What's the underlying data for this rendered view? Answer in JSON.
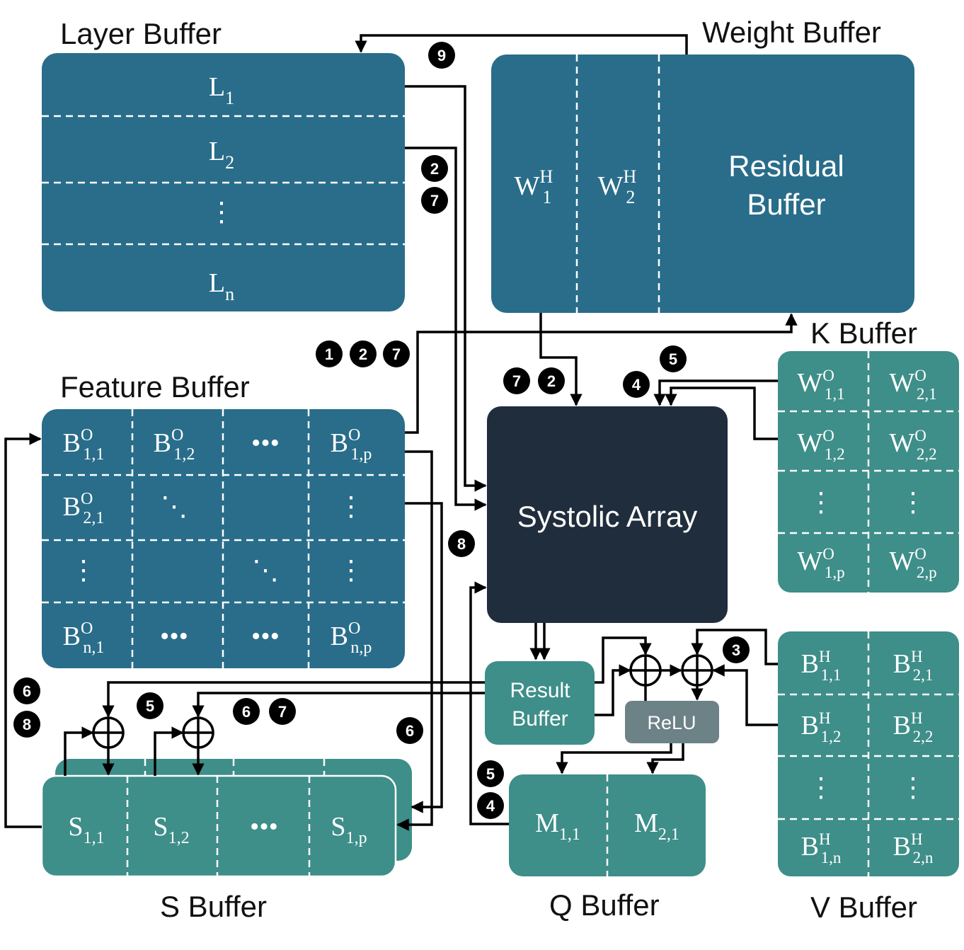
{
  "labels": {
    "layer_buffer": "Layer Buffer",
    "weight_buffer": "Weight Buffer",
    "residual_buffer_l1": "Residual",
    "residual_buffer_l2": "Buffer",
    "k_buffer": "K Buffer",
    "feature_buffer": "Feature Buffer",
    "systolic_array": "Systolic Array",
    "result_buffer_l1": "Result",
    "result_buffer_l2": "Buffer",
    "relu": "ReLU",
    "s_buffer": "S Buffer",
    "q_buffer": "Q Buffer",
    "v_buffer": "V Buffer"
  },
  "layer_rows": [
    {
      "base": "L",
      "sub": "1"
    },
    {
      "base": "L",
      "sub": "2"
    },
    {
      "base": "⋮",
      "sub": ""
    },
    {
      "base": "L",
      "sub": "n"
    }
  ],
  "weight_cells": [
    {
      "base": "W",
      "sup": "H",
      "sub": "1"
    },
    {
      "base": "W",
      "sup": "H",
      "sub": "2"
    }
  ],
  "feature_cells": [
    {
      "base": "B",
      "sup": "O",
      "sub": "1,1"
    },
    {
      "base": "B",
      "sup": "O",
      "sub": "1,2"
    },
    {
      "base": "•••",
      "sup": "",
      "sub": ""
    },
    {
      "base": "B",
      "sup": "O",
      "sub": "1,p"
    },
    {
      "base": "B",
      "sup": "O",
      "sub": "2,1"
    },
    {
      "base": "⋱",
      "sup": "",
      "sub": ""
    },
    {
      "base": "",
      "sup": "",
      "sub": ""
    },
    {
      "base": "⋮",
      "sup": "",
      "sub": ""
    },
    {
      "base": "⋮",
      "sup": "",
      "sub": ""
    },
    {
      "base": "",
      "sup": "",
      "sub": ""
    },
    {
      "base": "⋱",
      "sup": "",
      "sub": ""
    },
    {
      "base": "⋮",
      "sup": "",
      "sub": ""
    },
    {
      "base": "B",
      "sup": "O",
      "sub": "n,1"
    },
    {
      "base": "•••",
      "sup": "",
      "sub": ""
    },
    {
      "base": "•••",
      "sup": "",
      "sub": ""
    },
    {
      "base": "B",
      "sup": "O",
      "sub": "n,p"
    }
  ],
  "k_cells": [
    {
      "base": "W",
      "sup": "O",
      "sub": "1,1"
    },
    {
      "base": "W",
      "sup": "O",
      "sub": "2,1"
    },
    {
      "base": "W",
      "sup": "O",
      "sub": "1,2"
    },
    {
      "base": "W",
      "sup": "O",
      "sub": "2,2"
    },
    {
      "base": "⋮",
      "sup": "",
      "sub": ""
    },
    {
      "base": "⋮",
      "sup": "",
      "sub": ""
    },
    {
      "base": "W",
      "sup": "O",
      "sub": "1,p"
    },
    {
      "base": "W",
      "sup": "O",
      "sub": "2,p"
    }
  ],
  "v_cells": [
    {
      "base": "B",
      "sup": "H",
      "sub": "1,1"
    },
    {
      "base": "B",
      "sup": "H",
      "sub": "2,1"
    },
    {
      "base": "B",
      "sup": "H",
      "sub": "1,2"
    },
    {
      "base": "B",
      "sup": "H",
      "sub": "2,2"
    },
    {
      "base": "⋮",
      "sup": "",
      "sub": ""
    },
    {
      "base": "⋮",
      "sup": "",
      "sub": ""
    },
    {
      "base": "B",
      "sup": "H",
      "sub": "1,n"
    },
    {
      "base": "B",
      "sup": "H",
      "sub": "2,n"
    }
  ],
  "s_cells": [
    {
      "base": "S",
      "sub": "1,1"
    },
    {
      "base": "S",
      "sub": "1,2"
    },
    {
      "base": "•••",
      "sub": ""
    },
    {
      "base": "S",
      "sub": "1,p"
    }
  ],
  "q_cells": [
    {
      "base": "M",
      "sub": "1,1"
    },
    {
      "base": "M",
      "sub": "2,1"
    }
  ],
  "step_markers": [
    "9",
    "2",
    "7",
    "1",
    "2",
    "7",
    "7",
    "2",
    "4",
    "5",
    "8",
    "3",
    "6",
    "8",
    "5",
    "6",
    "7",
    "6",
    "5",
    "4"
  ],
  "colors": {
    "dark_teal": "#296d8a",
    "green_teal": "#3e8e89",
    "systolic": "#1f2d3c",
    "relu": "#6d8287",
    "wire": "#000000"
  }
}
